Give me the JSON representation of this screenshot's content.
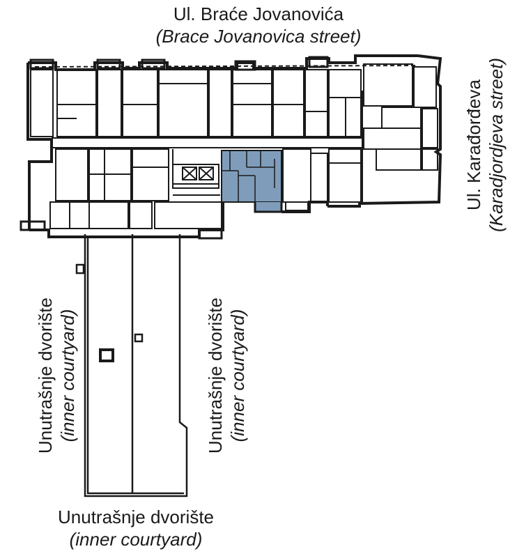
{
  "labels": {
    "top_street": {
      "line1": "Ul. Braće Jovanovića",
      "line2": "(Brace Jovanovica street)"
    },
    "right_street": {
      "line1": "Ul. Karađorđeva",
      "line2": "(Karadjordjeva street)"
    },
    "left_courtyard": {
      "line1": "Unutrašnje dvorište",
      "line2": "(inner courtyard)"
    },
    "middle_courtyard": {
      "line1": "Unutrašnje dvorište",
      "line2": "(inner courtyard)"
    },
    "bottom_courtyard": {
      "line1": "Unutrašnje dvorište",
      "line2": "(inner courtyard)"
    }
  },
  "colors": {
    "wall": "#1a1a1a",
    "highlight_unit": "#7f9cbb",
    "background": "#ffffff"
  }
}
